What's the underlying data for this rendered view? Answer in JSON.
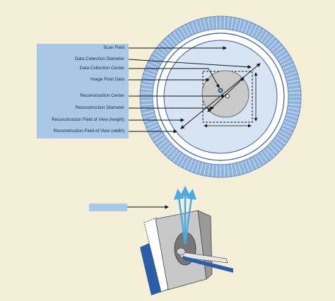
{
  "labels": [
    "Scan Field",
    "Data Collection Diameter",
    "Data Collection Center",
    "Image Pixel Data",
    "Reconstruction Center",
    "Reconstruction Diameter",
    "Reconstruction Field of View (height)",
    "Reconstruction Field of View (width)"
  ],
  "colors": {
    "background": "#f5efd9",
    "label_panel": "#a9c8e6",
    "detector_ring": "#8fb3dc",
    "scan_field": "#d6e4f4",
    "recon_circle": "#c9c9c9",
    "beam": "#4fa8e0"
  }
}
